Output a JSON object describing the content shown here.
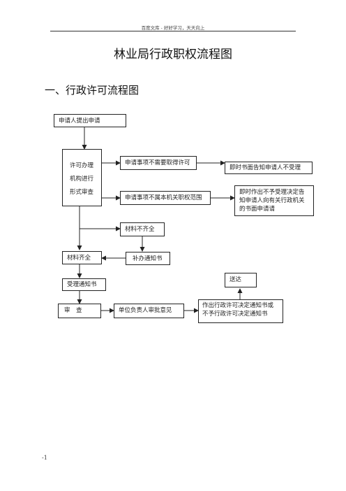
{
  "header": {
    "text": "百度文库 - 好好学习，天天向上"
  },
  "title": "林业局行政职权流程图",
  "section_heading": "一、行政许可流程图",
  "flowchart": {
    "apply": "申请人提出申请",
    "review_org": [
      "许可办理",
      "机构进行",
      "形式审查"
    ],
    "no_permit_needed": "申请事项不需要取得许可",
    "notify_not_accepted": "即时书面告知申请人不受理",
    "not_in_scope": "申请事项不属本机关职权范围",
    "notice_reject": "即时作出不予受理决定告知申请人向有关行政机关的书面申请请",
    "materials_incomplete": "材料不齐全",
    "supplement_notice": "补办通知书",
    "materials_complete": "材料齐全",
    "acceptance_notice": "受理通知书",
    "review": "审　查",
    "leader_approval": "单位负责人审批意见",
    "decision_notice": "作出行政许可决定通知书或不予行政许可决定通知书",
    "deliver": "送达"
  },
  "page_number": "-1"
}
